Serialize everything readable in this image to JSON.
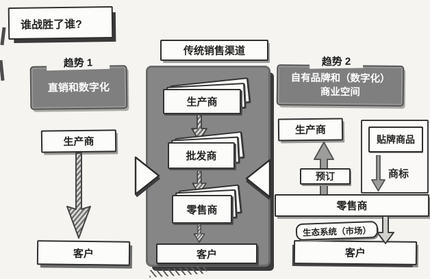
{
  "question": "谁战胜了谁?",
  "trend1": {
    "title": "趋势 1",
    "subtitle": "直销和数字化",
    "producer": "生产商",
    "customer": "客户"
  },
  "traditional": {
    "title": "传统销售渠道",
    "producer": "生产商",
    "wholesaler": "批发商",
    "retailer": "零售商",
    "customer": "客户"
  },
  "trend2": {
    "title": "趋势 2",
    "subtitle_line1": "自有品牌和（数字化）",
    "subtitle_line2": "商业空间",
    "producer": "生产商",
    "preorder": "预订",
    "private_label": "贴牌商品",
    "trademark": "商标",
    "retailer": "零售商",
    "ecosystem": "生态系统（市场）",
    "customer": "客户"
  },
  "colors": {
    "trend_box_gray": "#7f7f7f",
    "panel_gray": "#868686",
    "shadow_dark": "#3a3a3a",
    "ink": "#262626",
    "paper": "#f5f4f1"
  }
}
